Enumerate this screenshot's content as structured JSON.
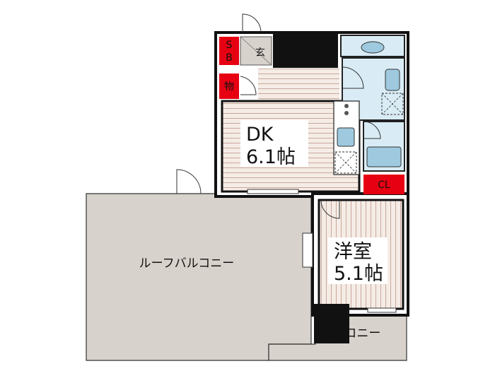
{
  "rooms": {
    "dk": {
      "name": "DK",
      "size": "6.1帖"
    },
    "western": {
      "name": "洋室",
      "size": "5.1帖"
    },
    "roof_balcony": "ルーフバルコニー",
    "balcony": "バルコニー"
  },
  "labels": {
    "sb_top": "S",
    "sb_bottom": "B",
    "entrance": "玄",
    "storage": "物",
    "closet": "CL"
  },
  "colors": {
    "red": "#e60012",
    "wall": "#111111",
    "floor_wood": "#f5ece6",
    "floor_stripe": "#c9a89c",
    "balcony": "#d8d2cc",
    "bath": "#d9ecf5",
    "fixture": "#9ec9de"
  }
}
